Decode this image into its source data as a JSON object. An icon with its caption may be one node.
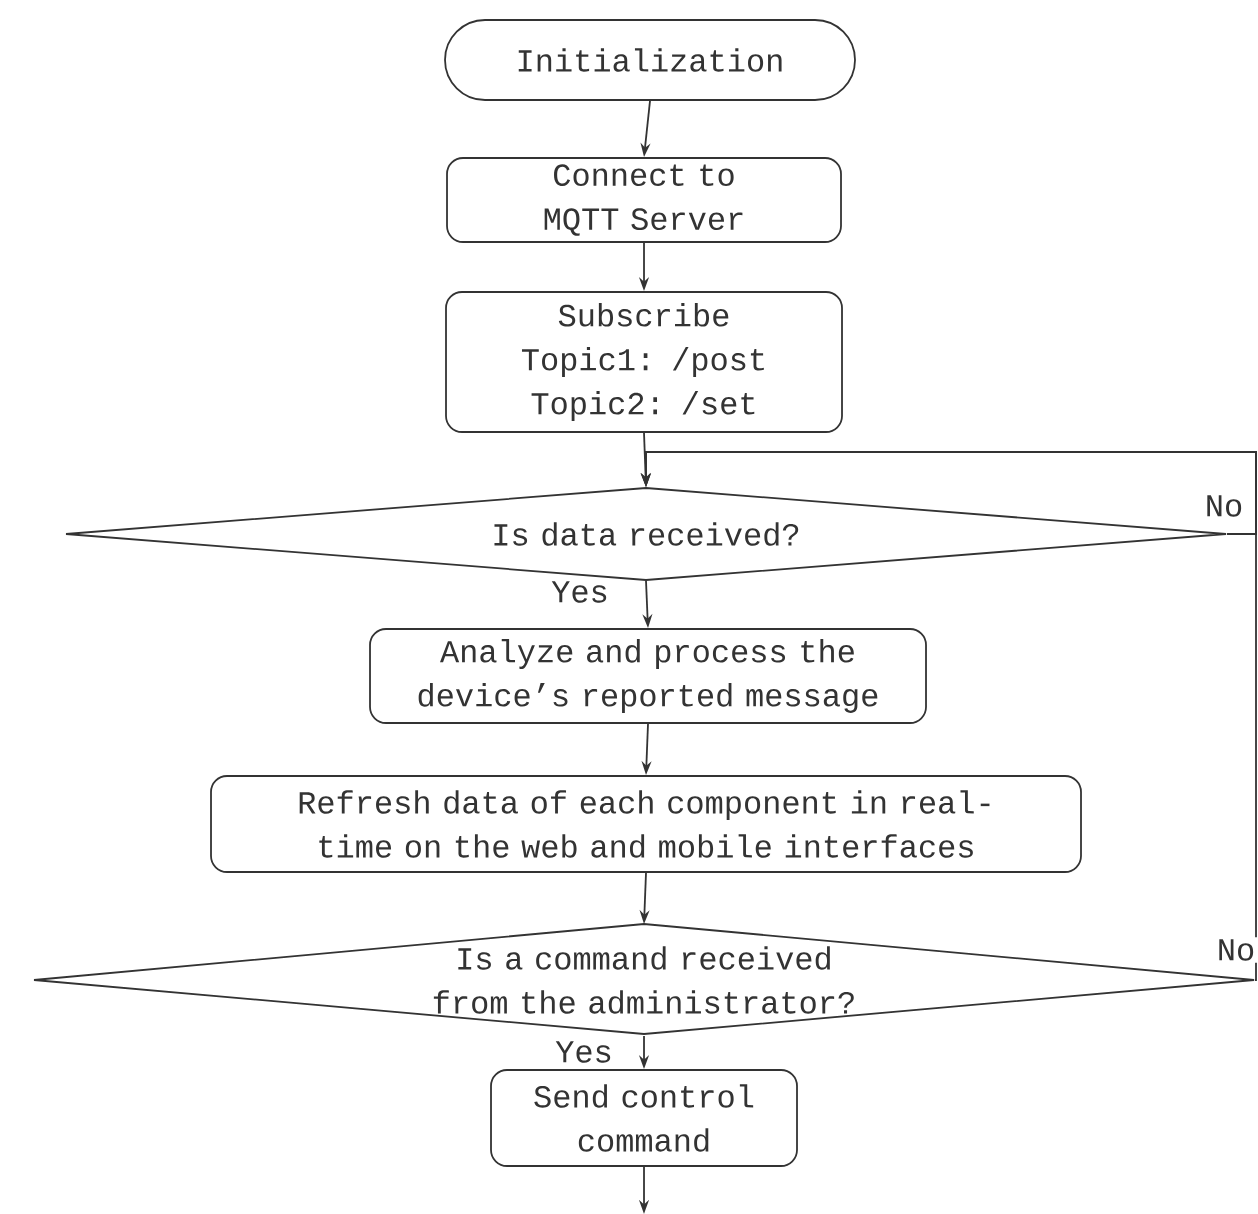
{
  "diagram": {
    "nodes": [
      {
        "text": [
          "Initialization"
        ]
      },
      {
        "text": [
          "Connect to MQTT Server"
        ]
      },
      {
        "text": [
          "Subscribe Topic1: /post Topic2: /set"
        ]
      },
      {
        "text": [
          "Is data received?"
        ]
      },
      {
        "text": [
          "Analyze and process the device’s reported message"
        ]
      },
      {
        "text": [
          "Refresh data of each component in real-time on the web and mobile interfaces"
        ]
      },
      {
        "text": [
          "Is a command received from the administrator?"
        ]
      },
      {
        "text": [
          "Send control command"
        ]
      }
    ],
    "edges": [
      {
        "from": 0,
        "to": 1,
        "arrow": "to"
      },
      {
        "from": 1,
        "to": 2,
        "arrow": "to"
      },
      {
        "from": 2,
        "to": 3,
        "arrow": "to"
      },
      {
        "from": 3,
        "to": 4,
        "arrow": "to",
        "label": "Yes"
      },
      {
        "from": 4,
        "to": 5,
        "arrow": "to"
      },
      {
        "from": 5,
        "to": 6,
        "arrow": "to"
      },
      {
        "from": 6,
        "to": 7,
        "arrow": "to",
        "label": "Yes"
      },
      {
        "from": 3,
        "to": 3,
        "arrow": "to",
        "label": "No"
      },
      {
        "from": 6,
        "to": 3,
        "arrow": "to",
        "label": "No"
      },
      {
        "from": 7,
        "to": null,
        "arrow": "to"
      }
    ]
  }
}
